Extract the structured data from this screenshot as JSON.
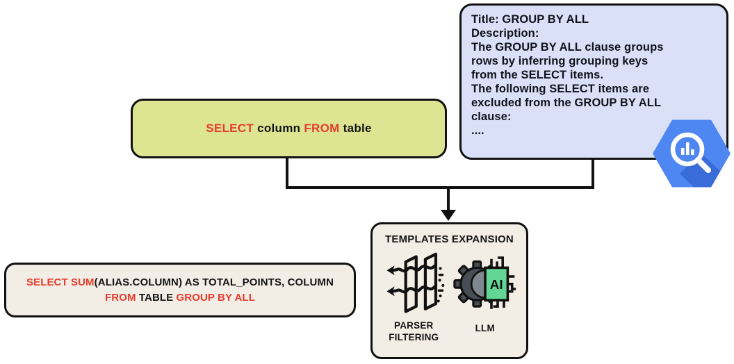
{
  "diagram": {
    "query_box": {
      "kw_select": "SELECT",
      "column": " column ",
      "kw_from": "FROM",
      "table": " table"
    },
    "doc_box": {
      "text": "Title: GROUP BY ALL\nDescription:\nThe GROUP BY ALL clause groups\nrows by inferring grouping keys\nfrom the SELECT items.\nThe following SELECT items are\nexcluded from the GROUP BY ALL\nclause:\n...."
    },
    "templates_box": {
      "title": "TEMPLATES EXPANSION",
      "items": [
        {
          "label": "PARSER FILTERING",
          "icon": "parser-filter-icon"
        },
        {
          "label": "LLM",
          "icon": "ai-chip-gear-icon"
        }
      ]
    },
    "result_box": {
      "kw1": "SELECT SUM",
      "mid1": "(ALIAS.COLUMN) AS TOTAL_POINTS, COLUMN",
      "kw2": "FROM",
      "mid2": " TABLE ",
      "kw3": "GROUP BY ALL"
    },
    "icons": {
      "bigquery": "bigquery-logo",
      "ai_chip_label": "AI"
    }
  },
  "colors": {
    "accent_red": "#e73c2e",
    "query_bg": "#dde592",
    "doc_bg": "#dae0f8",
    "panel_bg": "#f3eee5",
    "line": "#111111",
    "bigquery_blue": "#4e87f1",
    "bigquery_shadow": "#3a6cd9",
    "chip_green": "#62d695"
  }
}
